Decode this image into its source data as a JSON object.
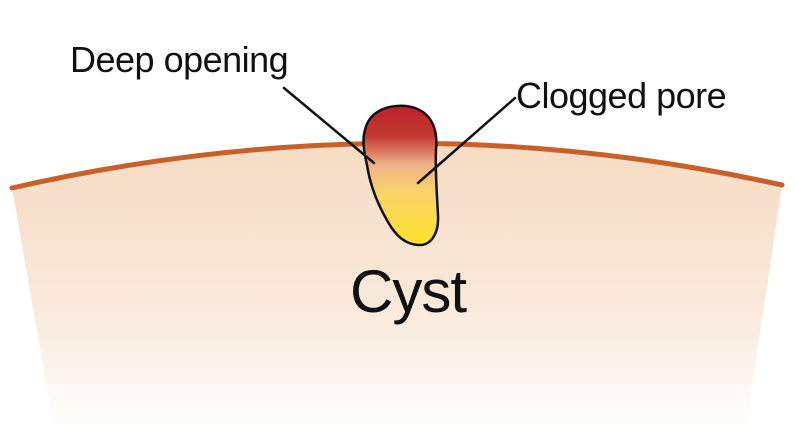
{
  "diagram": {
    "labels": {
      "deep_opening": "Deep opening",
      "clogged_pore": "Clogged pore",
      "cyst": "Cyst"
    },
    "colors": {
      "skin_top": "#f6dcc3",
      "skin_bottom": "#ffffff",
      "skin_surface_line": "#c8602a",
      "cyst_top": "#c0202a",
      "cyst_middle": "#f2b58a",
      "cyst_bottom": "#ffe42a",
      "outline": "#111111"
    }
  }
}
